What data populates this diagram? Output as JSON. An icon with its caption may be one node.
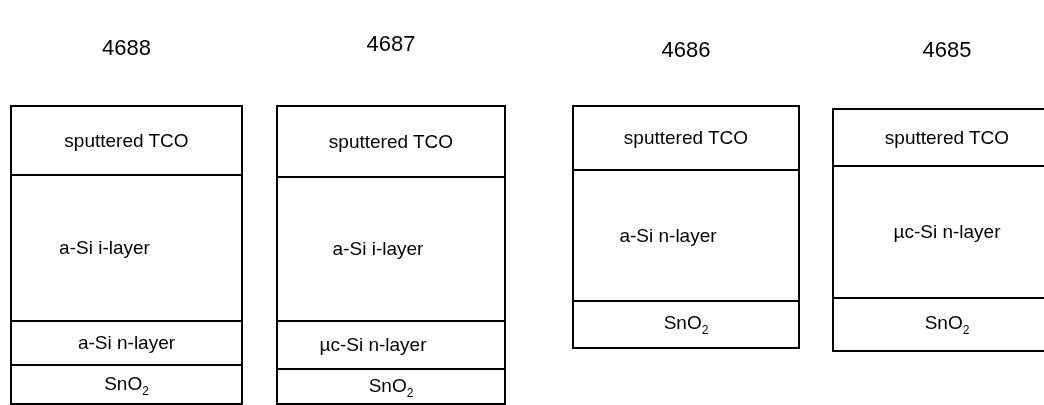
{
  "diagram": {
    "nodes": [
      {
        "text": [
          "4688"
        ]
      },
      {
        "text": [
          "sputtered TCO"
        ],
        "in": 0
      },
      {
        "text": [
          "a-Si i-layer"
        ],
        "in": 0
      },
      {
        "text": [
          "a-Si n-layer"
        ],
        "in": 0
      },
      {
        "text": [
          "SnO$_{2}$"
        ],
        "in": 0
      },
      {
        "text": [
          "4687"
        ]
      },
      {
        "text": [
          "sputtered TCO"
        ],
        "in": 5
      },
      {
        "text": [
          "a-Si i-layer"
        ],
        "in": 5
      },
      {
        "text": [
          "µc-Si n-layer"
        ],
        "in": 5
      },
      {
        "text": [
          "SnO$_{2}$"
        ],
        "in": 5
      },
      {
        "text": [
          "4686"
        ]
      },
      {
        "text": [
          "sputtered TCO"
        ],
        "in": 10
      },
      {
        "text": [
          "a-Si n-layer"
        ],
        "in": 10
      },
      {
        "text": [
          "SnO$_{2}$"
        ],
        "in": 10
      },
      {
        "text": [
          "4685"
        ]
      },
      {
        "text": [
          "sputtered TCO"
        ],
        "in": 14
      },
      {
        "text": [
          "µc-Si n-layer"
        ],
        "in": 14
      },
      {
        "text": [
          "SnO$_{2}$"
        ],
        "in": 14
      }
    ],
    "edges": []
  }
}
